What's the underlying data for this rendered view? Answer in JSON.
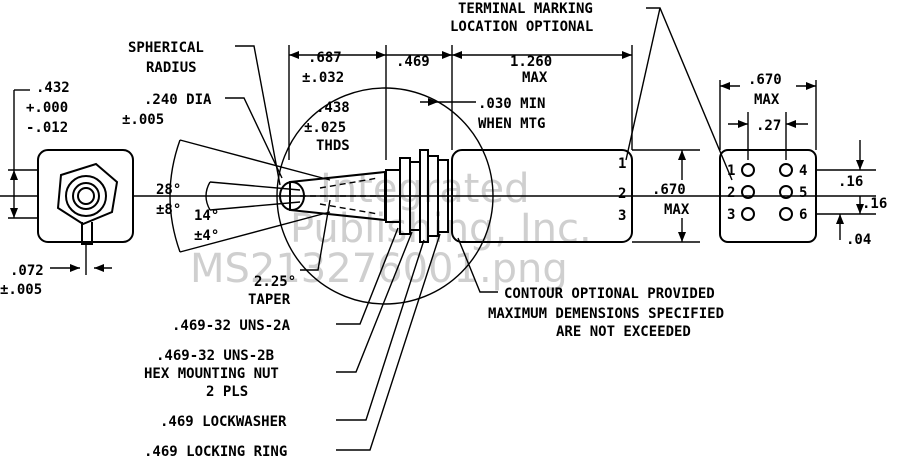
{
  "watermark": {
    "line1": "Integrated",
    "line2": "Publishing, Inc.",
    "line3": "MS213276001.png"
  },
  "labels": {
    "terminal_marking_1": "TERMINAL MARKING",
    "terminal_marking_2": "LOCATION OPTIONAL",
    "spherical_1": "SPHERICAL",
    "spherical_2": "RADIUS",
    "dim_432": ".432",
    "dim_432_tol_plus": "+.000",
    "dim_432_tol_minus": "-.012",
    "dim_240_1": ".240 DIA",
    "dim_240_2": "±.005",
    "dim_687_1": ".687",
    "dim_687_2": "±.032",
    "dim_469": ".469",
    "dim_1260_1": "1.260",
    "dim_1260_2": "MAX",
    "dim_438_1": ".438",
    "dim_438_2": "±.025",
    "dim_438_3": "THDS",
    "dim_030_1": ".030 MIN",
    "dim_030_2": "WHEN MTG",
    "angle_28_1": "28°",
    "angle_28_2": "±8°",
    "angle_14_1": "14°",
    "angle_14_2": "±4°",
    "dim_670_side_1": ".670",
    "dim_670_side_2": "MAX",
    "dim_670_end_1": ".670",
    "dim_670_end_2": "MAX",
    "dim_27": ".27",
    "dim_16a": ".16",
    "dim_16b": ".16",
    "dim_04": ".04",
    "dim_072_1": ".072",
    "dim_072_2": "±.005",
    "taper_1": "2.25°",
    "taper_2": "TAPER",
    "contour_1": "CONTOUR OPTIONAL PROVIDED",
    "contour_2": "MAXIMUM DEMENSIONS SPECIFIED",
    "contour_3": "ARE NOT EXCEEDED",
    "uns2a": ".469-32 UNS-2A",
    "uns2b_1": ".469-32 UNS-2B",
    "uns2b_2": "HEX MOUNTING NUT",
    "uns2b_3": "2 PLS",
    "lockwasher": ".469 LOCKWASHER",
    "locking_ring": ".469 LOCKING RING"
  },
  "terminals": {
    "side": [
      "1",
      "2",
      "3"
    ],
    "end": [
      "1",
      "2",
      "3",
      "4",
      "5",
      "6"
    ]
  }
}
